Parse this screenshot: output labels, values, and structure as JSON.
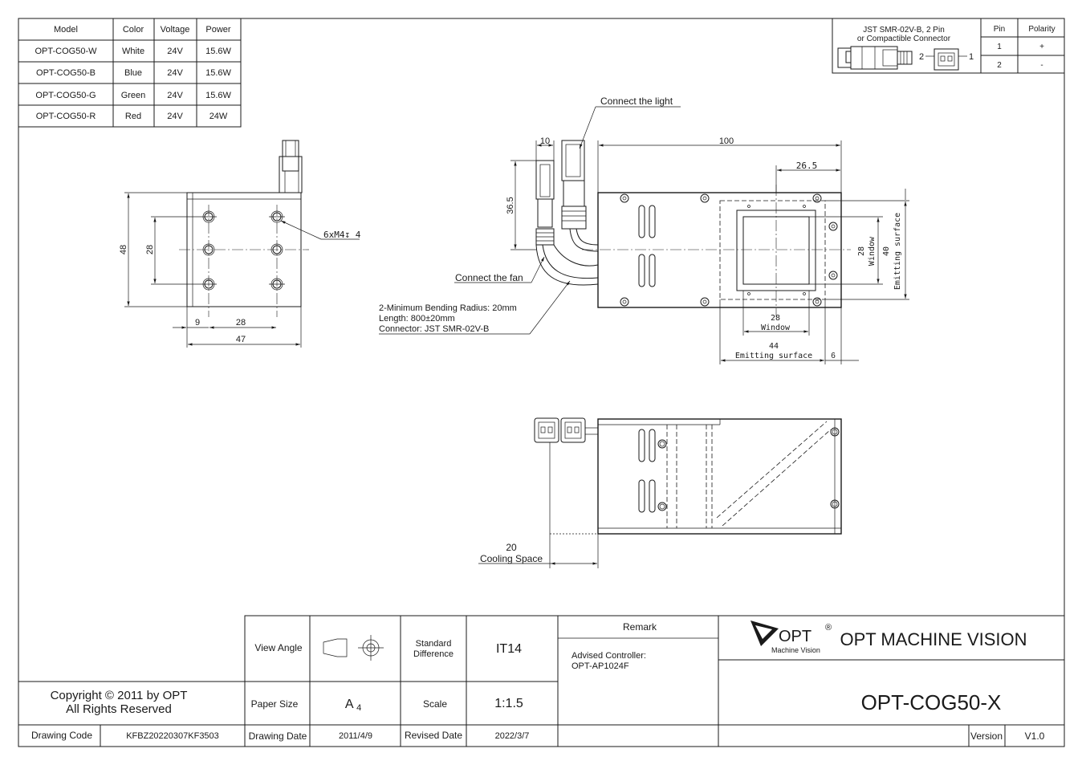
{
  "spec_table": {
    "headers": [
      "Model",
      "Color",
      "Voltage",
      "Power"
    ],
    "rows": [
      [
        "OPT-COG50-W",
        "White",
        "24V",
        "15.6W"
      ],
      [
        "OPT-COG50-B",
        "Blue",
        "24V",
        "15.6W"
      ],
      [
        "OPT-COG50-G",
        "Green",
        "24V",
        "15.6W"
      ],
      [
        "OPT-COG50-R",
        "Red",
        "24V",
        "24W"
      ]
    ]
  },
  "connector_table": {
    "title_line1": "JST SMR-02V-B, 2 Pin",
    "title_line2": "or Compactible Connector",
    "pin_header": "Pin",
    "polarity_header": "Polarity",
    "rows": [
      [
        "1",
        "+"
      ],
      [
        "2",
        "-"
      ]
    ],
    "pin_label_2": "2",
    "pin_label_1": "1"
  },
  "side_view": {
    "dims": {
      "height": "48",
      "hole_pitch_v": "28",
      "offset": "9",
      "hole_pitch_h": "28",
      "width": "47"
    },
    "hole_callout": "6xM4↧ 4"
  },
  "top_view": {
    "connect_light": "Connect the light",
    "connect_fan": "Connect the fan",
    "cable_note": [
      "2-Minimum Bending Radius: 20mm",
      "Length: 800±20mm",
      "Connector: JST SMR-02V-B"
    ],
    "dims": {
      "conn_w": "10",
      "conn_h": "36.5",
      "length": "100",
      "window_offset": "26.5",
      "window_h_val": "28",
      "window_h_lbl": "Window",
      "emit_h_val": "40",
      "emit_h_lbl": "Emitting surface",
      "window_w_val": "28",
      "window_w_lbl": "Window",
      "emit_w_val": "44",
      "emit_w_lbl": "Emitting surface",
      "edge_gap": "6"
    }
  },
  "front_view": {
    "cooling_val": "20",
    "cooling_lbl": "Cooling Space"
  },
  "title_block": {
    "copyright_line1": "Copyright © 2011 by OPT",
    "copyright_line2": "All Rights Reserved",
    "drawing_code_label": "Drawing Code",
    "drawing_code": "KFBZ20220307KF3503",
    "view_angle_label": "View Angle",
    "standard_diff_label_1": "Standard",
    "standard_diff_label_2": "Difference",
    "standard_diff": "IT14",
    "paper_size_label": "Paper Size",
    "paper_size": "A",
    "paper_size_sub": "4",
    "scale_label": "Scale",
    "scale": "1:1.5",
    "drawing_date_label": "Drawing Date",
    "drawing_date": "2011/4/9",
    "revised_date_label": "Revised Date",
    "revised_date": "2022/3/7",
    "remark_label": "Remark",
    "remark_line1": "Advised Controller:",
    "remark_line2": "OPT-AP1024F",
    "logo_text": "OPT",
    "logo_reg": "®",
    "logo_sub": "Machine Vision",
    "company": "OPT MACHINE VISION",
    "part_number": "OPT-COG50-X",
    "version_label": "Version",
    "version": "V1.0"
  }
}
